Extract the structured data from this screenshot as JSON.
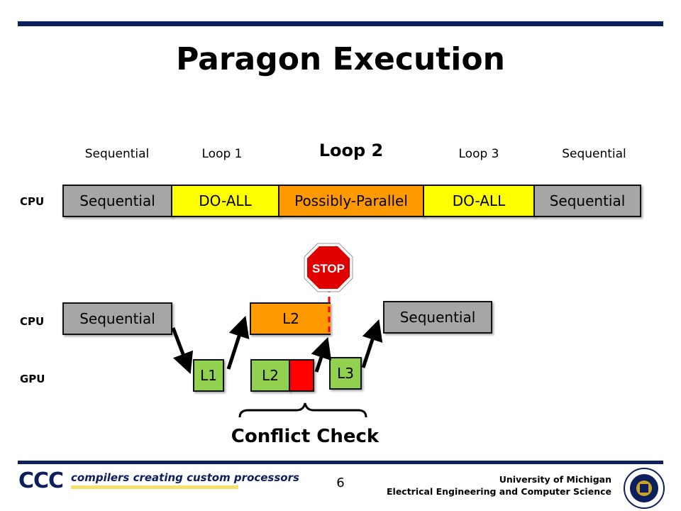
{
  "title": "Paragon Execution",
  "phases": [
    "Sequential",
    "Loop 1",
    "Loop 2",
    "Loop 3",
    "Sequential"
  ],
  "row_labels": {
    "cpu_top": "CPU",
    "cpu": "CPU",
    "gpu": "GPU"
  },
  "cpu_timeline": [
    "Sequential",
    "DO-ALL",
    "Possibly-Parallel",
    "DO-ALL",
    "Sequential"
  ],
  "paragon": {
    "cpu_seq_1": "Sequential",
    "cpu_l2": "L2",
    "cpu_seq_2": "Sequential",
    "gpu_l1": "L1",
    "gpu_l2": "L2",
    "gpu_l3": "L3",
    "stop_sign": "STOP"
  },
  "conflict_label": "Conflict Check",
  "footer": {
    "logo": "CCC",
    "tagline": "compilers creating custom processors",
    "page": "6",
    "univ_line1": "University of Michigan",
    "univ_line2": "Electrical Engineering and Computer Science"
  },
  "colors": {
    "navy": "#0d1f5c",
    "sequential": "#a6a6a6",
    "doall": "#ffff00",
    "possibly_parallel": "#ff9900",
    "gpu": "#92d050",
    "conflict": "#ff0000"
  }
}
